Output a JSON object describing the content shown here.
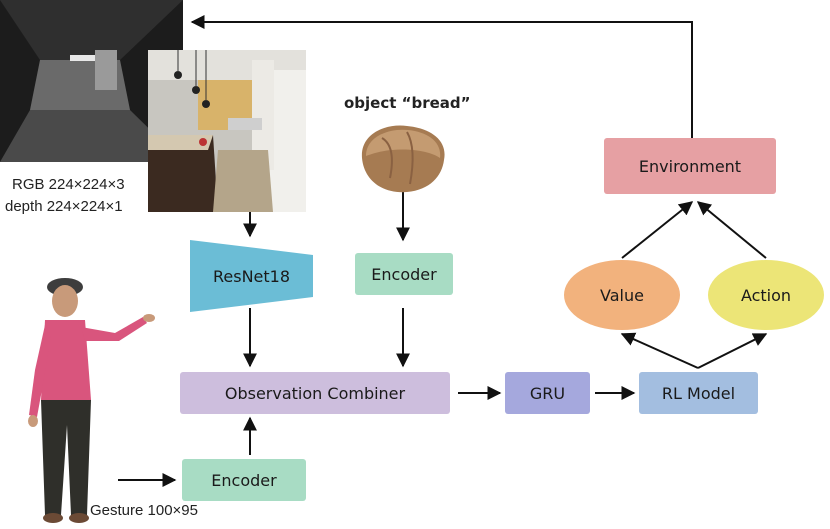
{
  "captions": {
    "rgb": "RGB 224×224×3",
    "depth": "depth 224×224×1",
    "object": "object “bread”",
    "gesture": "Gesture 100×95"
  },
  "nodes": {
    "resnet": "ResNet18",
    "object_encoder": "Encoder",
    "observation_combiner": "Observation Combiner",
    "gesture_encoder": "Encoder",
    "gru": "GRU",
    "rl_model": "RL Model",
    "value": "Value",
    "action": "Action",
    "environment": "Environment"
  },
  "colors": {
    "resnet": "#6bbdd6",
    "encoder": "#a8dcc4",
    "combiner": "#cdbedd",
    "gru": "#a5a8dd",
    "rl_model": "#a3bee0",
    "value": "#f2b27d",
    "action": "#ece577",
    "environment": "#e6a0a3",
    "arrow": "#111111"
  }
}
